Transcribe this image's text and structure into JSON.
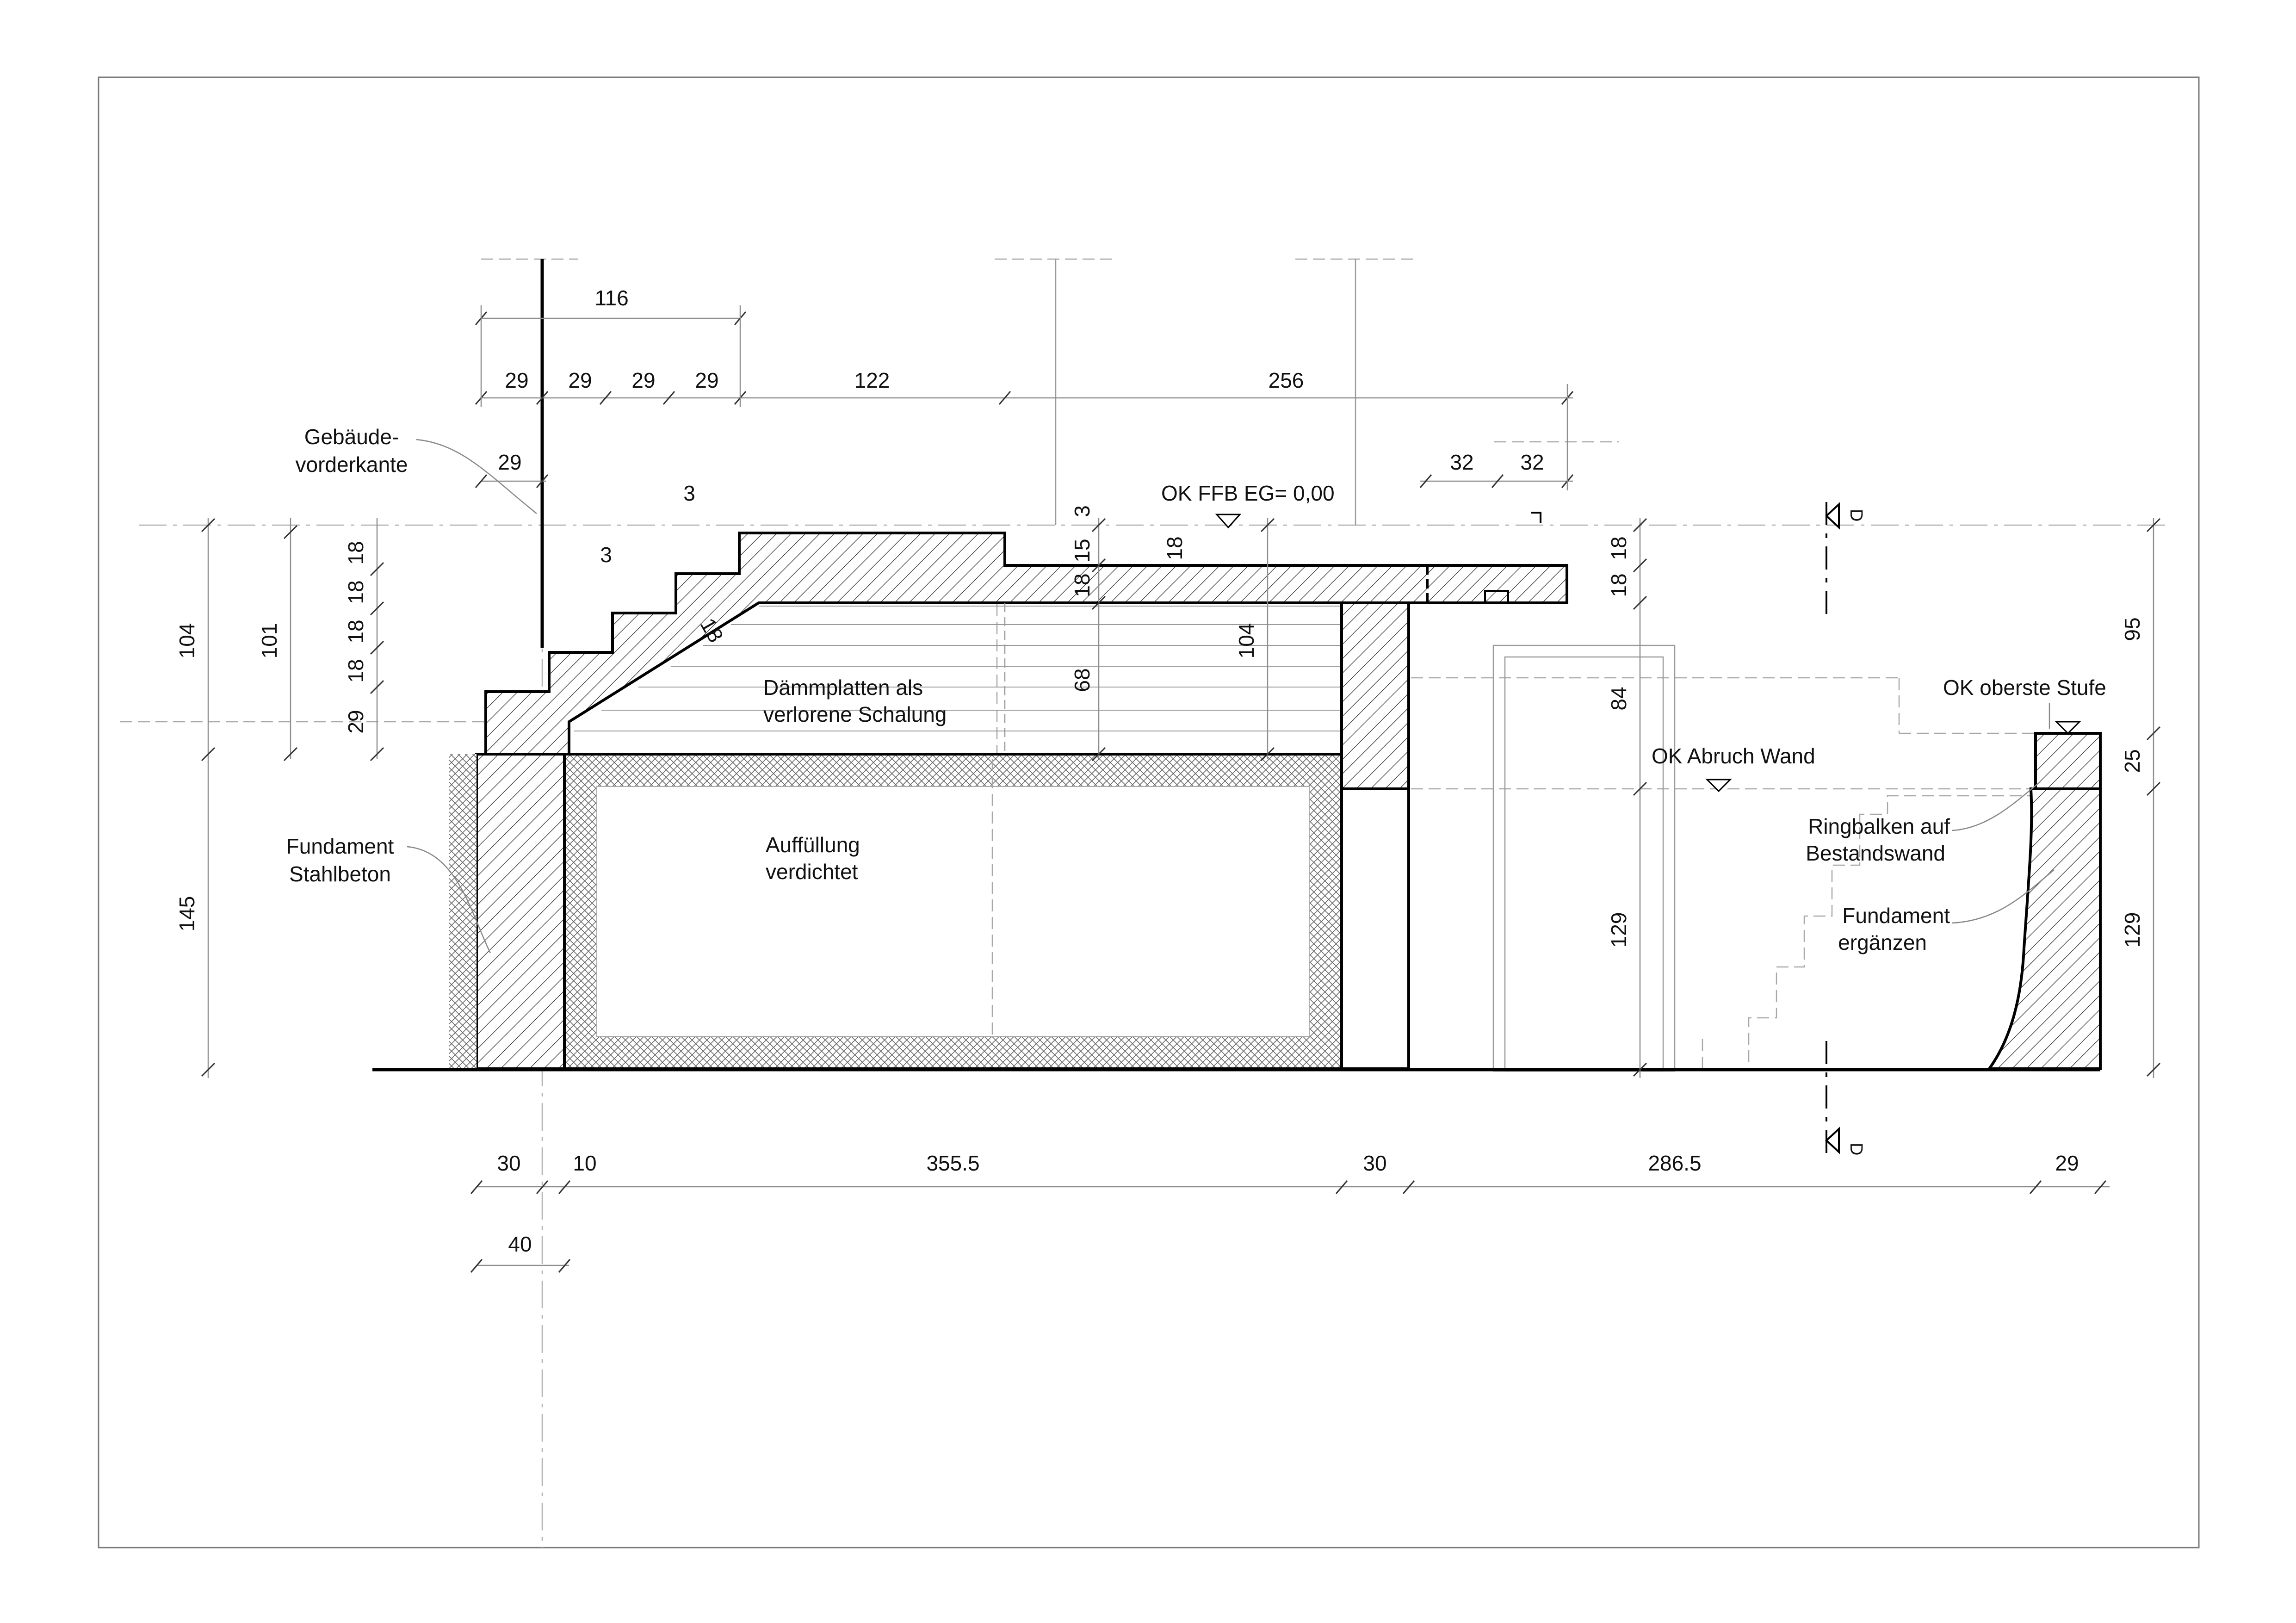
{
  "labels": {
    "gebaeude": [
      "Gebäude-",
      "vorderkante"
    ],
    "fundament": [
      "Fundament",
      "Stahlbeton"
    ],
    "daemm": [
      "Dämmplatten als",
      "verlorene Schalung"
    ],
    "auff": [
      "Auffüllung",
      "verdichtet"
    ],
    "okffb": "OK FFB EG= 0,00",
    "okabruch": "OK Abruch Wand",
    "okstufe": "OK oberste Stufe",
    "ring": [
      "Ringbalken auf",
      "Bestandswand"
    ],
    "fund2": [
      "Fundament",
      "ergänzen"
    ],
    "section": "D"
  },
  "dims": {
    "top": [
      "116",
      "29",
      "29",
      "29",
      "29",
      "122",
      "256",
      "29",
      "3",
      "32",
      "32"
    ],
    "bottom": [
      "30",
      "10",
      "355.5",
      "30",
      "286.5",
      "29",
      "40"
    ],
    "left": [
      "104",
      "101",
      "145",
      "18",
      "18",
      "18",
      "18",
      "29"
    ],
    "mid": [
      "3",
      "15",
      "18",
      "18",
      "68",
      "104",
      "18",
      "18",
      "84",
      "129",
      "3"
    ],
    "right": [
      "95",
      "25",
      "129"
    ]
  }
}
